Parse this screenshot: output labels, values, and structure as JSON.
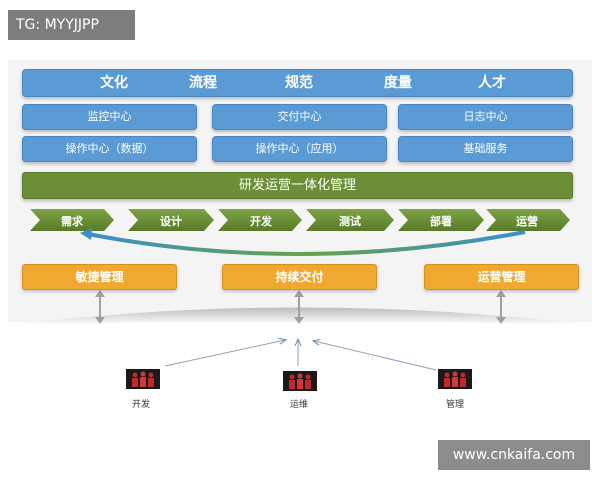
{
  "tag": "TG: MYYJJPP",
  "top_bar": {
    "items": [
      "文化",
      "流程",
      "规范",
      "度量",
      "人才"
    ]
  },
  "centers_row1": [
    "监控中心",
    "交付中心",
    "日志中心"
  ],
  "centers_row2": [
    "操作中心（数据）",
    "操作中心（应用）",
    "基础服务"
  ],
  "management_bar": "研发运营一体化管理",
  "pipeline": [
    "需求",
    "设计",
    "开发",
    "测试",
    "部署",
    "运营"
  ],
  "practices": [
    "敏捷管理",
    "持续交付",
    "运营管理"
  ],
  "roles": [
    "开发",
    "运维",
    "管理"
  ],
  "watermark": "www.cnkaifa.com",
  "colors": {
    "blue": "#5b9bd5",
    "green": "#6b8e36",
    "orange": "#f0a830",
    "people": "#c0282c"
  },
  "icons": [
    "team-icon"
  ]
}
